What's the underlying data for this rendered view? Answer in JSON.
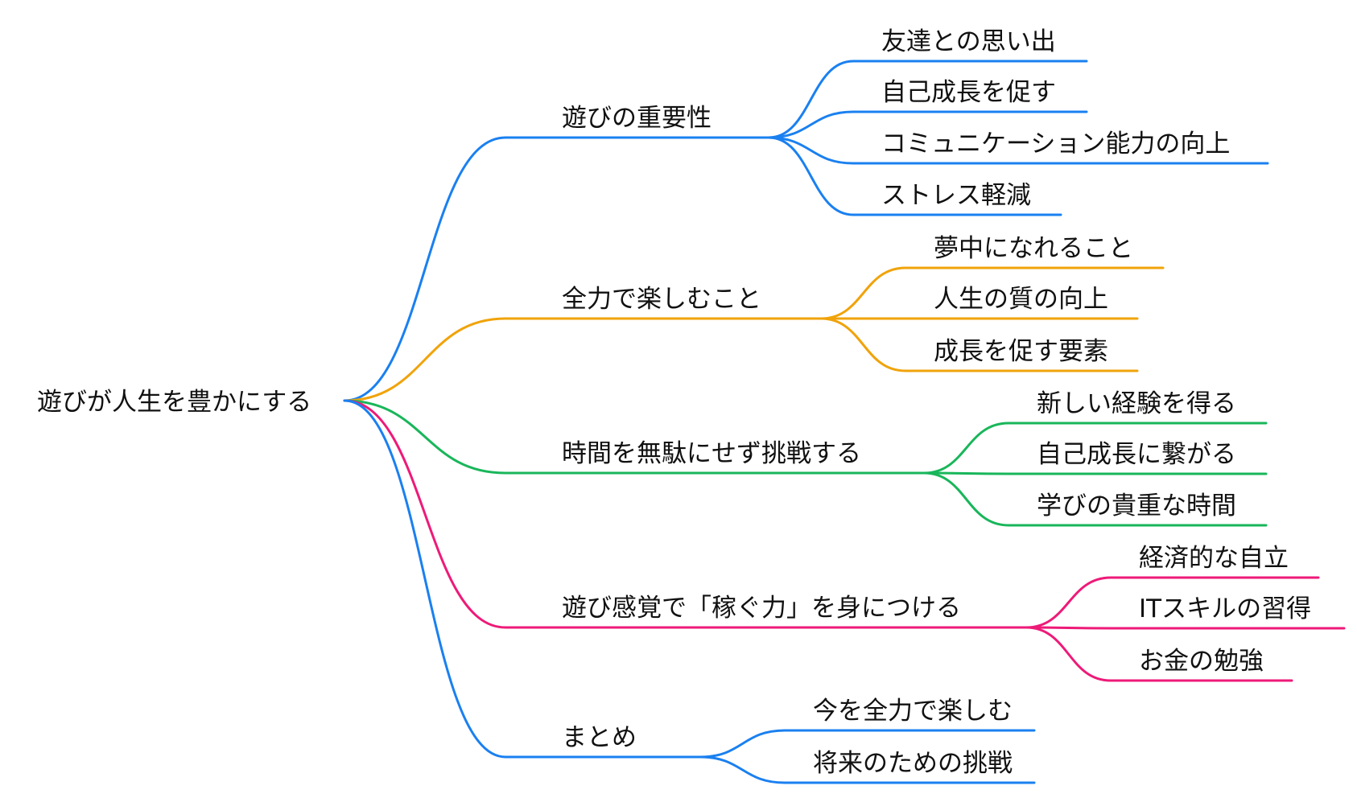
{
  "root": {
    "label": "遊びが人生を豊かにする"
  },
  "colors": {
    "blue": "#1a80f0",
    "orange": "#f0a30a",
    "green": "#19b65a",
    "pink": "#ee1a78"
  },
  "branches": [
    {
      "label": "遊びの重要性",
      "color": "#1a80f0",
      "children": [
        "友達との思い出",
        "自己成長を促す",
        "コミュニケーション能力の向上",
        "ストレス軽減"
      ]
    },
    {
      "label": "全力で楽しむこと",
      "color": "#f0a30a",
      "children": [
        "夢中になれること",
        "人生の質の向上",
        "成長を促す要素"
      ]
    },
    {
      "label": "時間を無駄にせず挑戦する",
      "color": "#19b65a",
      "children": [
        "新しい経験を得る",
        "自己成長に繋がる",
        "学びの貴重な時間"
      ]
    },
    {
      "label": "遊び感覚で「稼ぐ力」を身につける",
      "color": "#ee1a78",
      "children": [
        "経済的な自立",
        "ITスキルの習得",
        "お金の勉強"
      ]
    },
    {
      "label": "まとめ",
      "color": "#1a80f0",
      "children": [
        "今を全力で楽しむ",
        "将来のための挑戦"
      ]
    }
  ]
}
